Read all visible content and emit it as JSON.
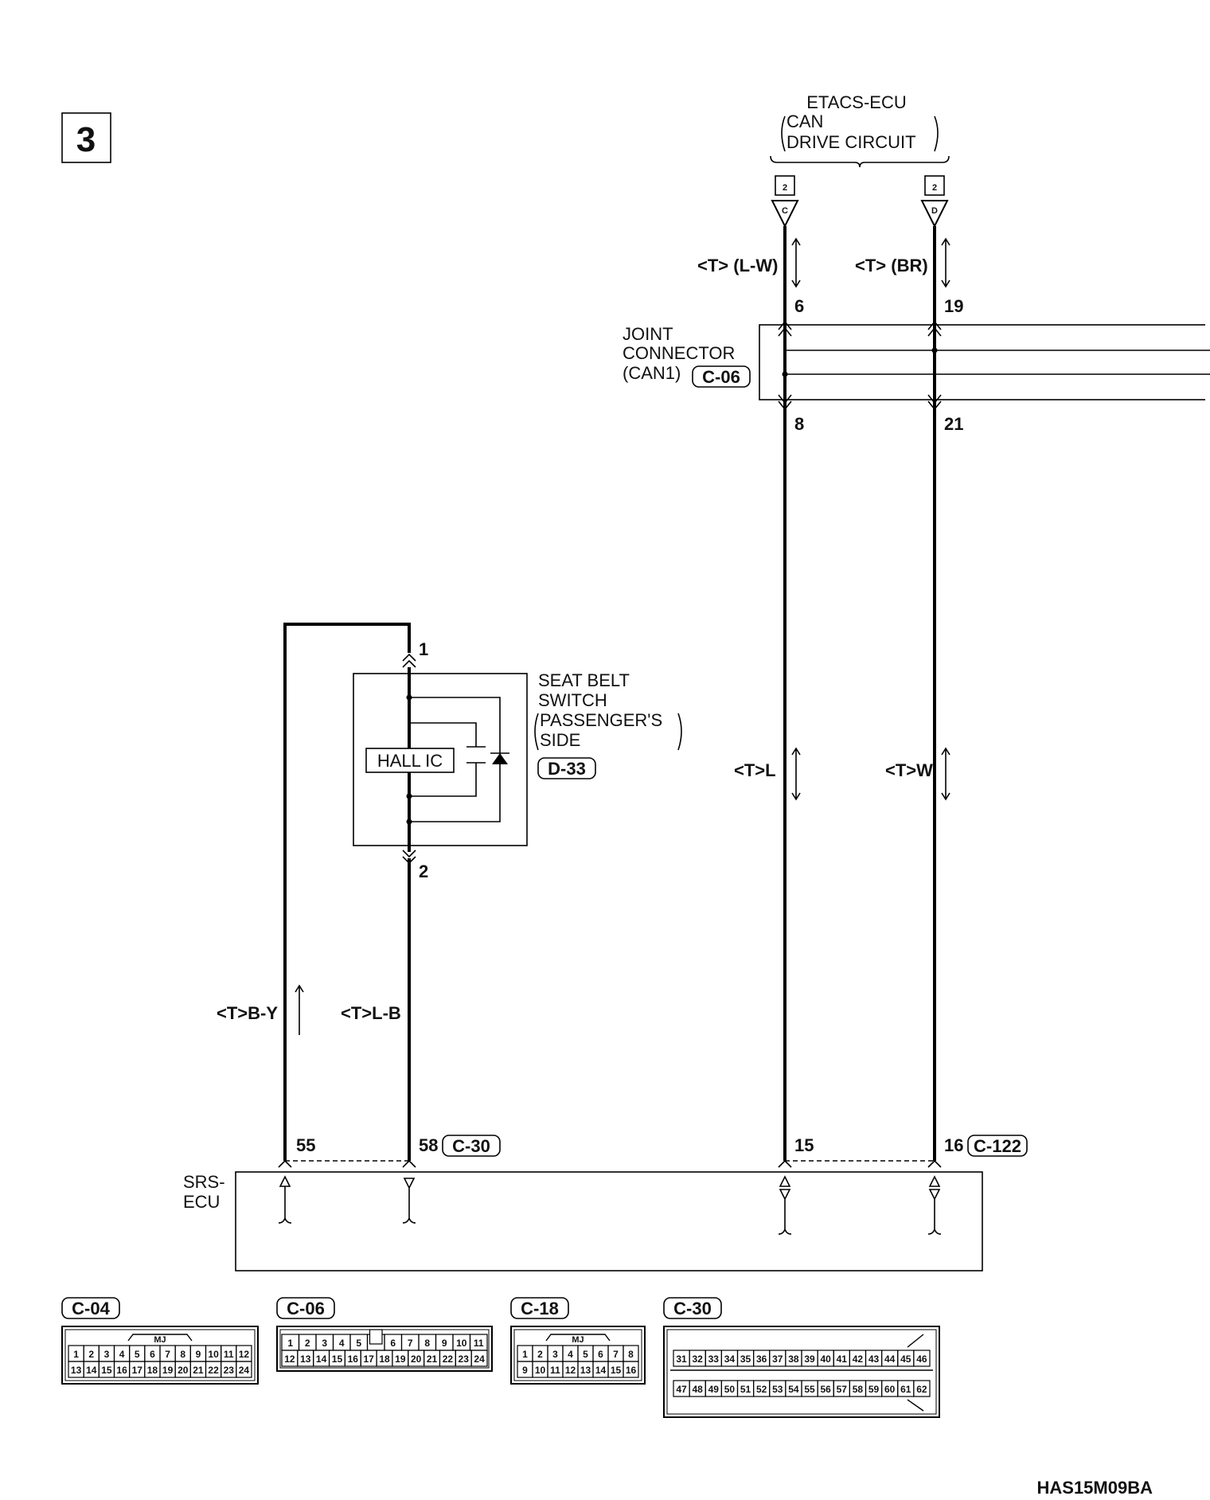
{
  "page_number": "3",
  "drawing_code": "HAS15M09BA",
  "etacs": {
    "name": "ETACS-ECU",
    "sub1": "CAN",
    "sub2": "DRIVE CIRCUIT",
    "term_c_num": "2",
    "term_c_letter": "C",
    "term_d_num": "2",
    "term_d_letter": "D"
  },
  "wires": {
    "top_left": "<T> (L-W)",
    "top_right": "<T> (BR)",
    "mid_left": "<T>L",
    "mid_right": "<T>W",
    "low_left": "<T>B-Y",
    "low_mid": "<T>L-B"
  },
  "joint": {
    "line1": "JOINT",
    "line2": "CONNECTOR",
    "line3": "(CAN1)",
    "code": "C-06",
    "pin_top_l": "6",
    "pin_top_r": "19",
    "pin_bot_l": "8",
    "pin_bot_r": "21"
  },
  "seatbelt": {
    "line1": "SEAT BELT",
    "line2": "SWITCH",
    "line3": "PASSENGER'S",
    "line4": "SIDE",
    "code": "D-33",
    "hall": "HALL IC",
    "pin1": "1",
    "pin2": "2"
  },
  "srs": {
    "line1": "SRS-",
    "line2": "ECU",
    "pin55": "55",
    "pin58": "58",
    "code1": "C-30",
    "pin15": "15",
    "pin16": "16",
    "code2": "C-122"
  },
  "connectors": [
    {
      "code": "C-04",
      "mark": "MJ",
      "row1": [
        "1",
        "2",
        "3",
        "4",
        "5",
        "6",
        "7",
        "8",
        "9",
        "10",
        "11",
        "12"
      ],
      "row2": [
        "13",
        "14",
        "15",
        "16",
        "17",
        "18",
        "19",
        "20",
        "21",
        "22",
        "23",
        "24"
      ]
    },
    {
      "code": "C-06",
      "mark": "",
      "row1": [
        "1",
        "2",
        "3",
        "4",
        "5",
        "",
        "6",
        "7",
        "8",
        "9",
        "10",
        "11"
      ],
      "row2": [
        "12",
        "13",
        "14",
        "15",
        "16",
        "17",
        "18",
        "19",
        "20",
        "21",
        "22",
        "23",
        "24"
      ]
    },
    {
      "code": "C-18",
      "mark": "MJ",
      "row1": [
        "1",
        "2",
        "3",
        "4",
        "5",
        "6",
        "7",
        "8"
      ],
      "row2": [
        "9",
        "10",
        "11",
        "12",
        "13",
        "14",
        "15",
        "16"
      ]
    },
    {
      "code": "C-30",
      "mark": "",
      "row1": [
        "31",
        "32",
        "33",
        "34",
        "35",
        "36",
        "37",
        "38",
        "39",
        "40",
        "41",
        "42",
        "43",
        "44",
        "45",
        "46"
      ],
      "row2": [
        "47",
        "48",
        "49",
        "50",
        "51",
        "52",
        "53",
        "54",
        "55",
        "56",
        "57",
        "58",
        "59",
        "60",
        "61",
        "62"
      ]
    }
  ]
}
